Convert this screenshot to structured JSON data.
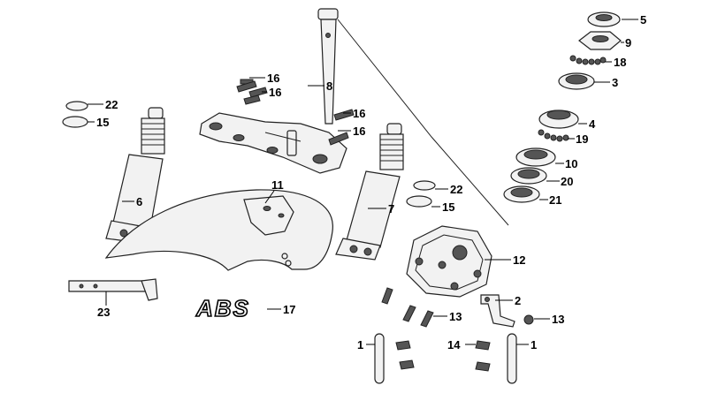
{
  "diagram": {
    "logo_text": "ABS",
    "callouts": {
      "c1a": "1",
      "c1b": "1",
      "c2": "2",
      "c3": "3",
      "c4": "4",
      "c5": "5",
      "c6": "6",
      "c7": "7",
      "c8": "8",
      "c9": "9",
      "c10": "10",
      "c11": "11",
      "c12": "12",
      "c13a": "13",
      "c13b": "13",
      "c14": "14",
      "c15a": "15",
      "c15b": "15",
      "c16a": "16",
      "c16b": "16",
      "c16c": "16",
      "c16d": "16",
      "c17": "17",
      "c18": "18",
      "c19": "19",
      "c20": "20",
      "c21": "21",
      "c22a": "22",
      "c22b": "22",
      "c23": "23"
    }
  }
}
